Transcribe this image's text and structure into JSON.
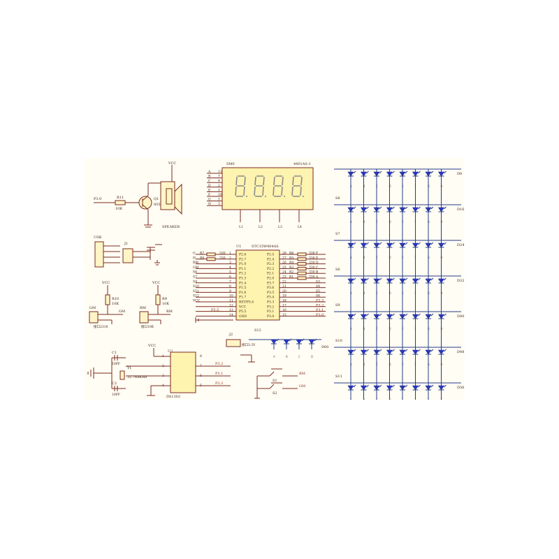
{
  "speaker": {
    "port": "P3.0",
    "resistor": "R11",
    "res_value": "10K",
    "transistor": "Q1",
    "transistor_model": "8550",
    "vcc": "VCC",
    "label": "SPEAKER"
  },
  "usb": {
    "label": "USB",
    "jack": "J1"
  },
  "gm": {
    "label": "GM",
    "net": "GM",
    "resistor": "R10",
    "res_value": "10K",
    "vcc": "VCC",
    "caption": "接口2316"
  },
  "rm": {
    "label": "RM",
    "net": "RM",
    "resistor": "R9",
    "res_value": "10K",
    "vcc": "VCC",
    "caption": "接口10K"
  },
  "display": {
    "ref": "SM0",
    "part": "4401AS-1",
    "left_pins": [
      "A",
      "B",
      "C",
      "D",
      "E",
      "F",
      "G",
      "H"
    ],
    "left_nums": [
      "11",
      "7",
      "4",
      "2",
      "1",
      "10",
      "5",
      "3"
    ],
    "digit_labels": [
      "L1",
      "L2",
      "L3",
      "L4"
    ]
  },
  "mcu": {
    "ref": "U1",
    "part": "STC15W404AS",
    "left_nets": [
      "G",
      "H",
      "RM",
      "GM",
      "S8",
      "S7",
      "S9",
      "S10",
      "S11",
      "S12",
      "VCC",
      ""
    ],
    "left_res": [
      [
        "R7",
        "330"
      ],
      [
        "R8",
        "330"
      ]
    ],
    "left_pins": [
      "P2.6",
      "P2.7",
      "P1.0",
      "P1.1",
      "P1.2",
      "P1.3",
      "P1.4",
      "P1.5",
      "P1.6",
      "P1.7",
      "RST/P5.4",
      "VCC",
      "P5.5",
      "GND"
    ],
    "left_nums": [
      "1",
      "2",
      "3",
      "4",
      "5",
      "6",
      "7",
      "8",
      "9",
      "10",
      "11",
      "12",
      "13",
      "14"
    ],
    "right_pins": [
      "P2.5",
      "P2.4",
      "P2.3",
      "P2.2",
      "P2.1",
      "P2.0",
      "P3.7",
      "P3.6",
      "P3.5",
      "P3.4",
      "P3.3",
      "P3.2",
      "P3.1",
      "P3.0"
    ],
    "right_nums": [
      "28",
      "27",
      "26",
      "25",
      "24",
      "23",
      "22",
      "21",
      "20",
      "19",
      "18",
      "17",
      "16",
      "15"
    ],
    "right_res": [
      [
        "R6",
        "330"
      ],
      [
        "R5",
        "330"
      ],
      [
        "R4",
        "330"
      ],
      [
        "R3",
        "330"
      ],
      [
        "R2",
        "330"
      ],
      [
        "R1",
        "330"
      ]
    ],
    "right_nets": [
      "F",
      "E",
      "D",
      "C",
      "B",
      "A",
      "S3",
      "S4",
      "S5",
      "S6",
      "P3.3",
      "P3.2",
      "P3.1",
      "P3.0"
    ],
    "bottom_net": "P5.5"
  },
  "rtc": {
    "ref": "U2",
    "part": "DS1302",
    "vcc": "VCC",
    "crystal": "Y1",
    "crystal_value": "32.768KHz",
    "caps": [
      "C1",
      "C2"
    ],
    "cap_value": "10PF",
    "left_nums": [
      "1",
      "2",
      "3",
      "4"
    ],
    "right_nums": [
      "8",
      "7",
      "6",
      "5"
    ],
    "right_nets": [
      "",
      "P3.2",
      "P3.1",
      "P3.3"
    ]
  },
  "battery": {
    "ref": "J2",
    "label": "接口3.3V"
  },
  "buttons": {
    "s1": "S1",
    "s2": "S2",
    "rm": "RM",
    "gm": "GM"
  },
  "led_row_small": {
    "ref": "S12",
    "end_label": "D60",
    "cols": [
      "A",
      "B",
      "C",
      "D"
    ]
  },
  "led_matrix": {
    "rows": [
      {
        "row": "",
        "end": "D8"
      },
      {
        "row": "S8",
        "end": "D16"
      },
      {
        "row": "S7",
        "end": "D24"
      },
      {
        "row": "S6",
        "end": "D32"
      },
      {
        "row": "S9",
        "end": "D40"
      },
      {
        "row": "S10",
        "end": "D48"
      },
      {
        "row": "S11",
        "end": "D56"
      }
    ],
    "cols": [
      "A",
      "B",
      "C",
      "D",
      "E",
      "F",
      "G",
      "H"
    ]
  },
  "colors": {
    "wire": "#7b2a20",
    "led": "#2a3bd0",
    "part_fill": "#fff3b0"
  }
}
